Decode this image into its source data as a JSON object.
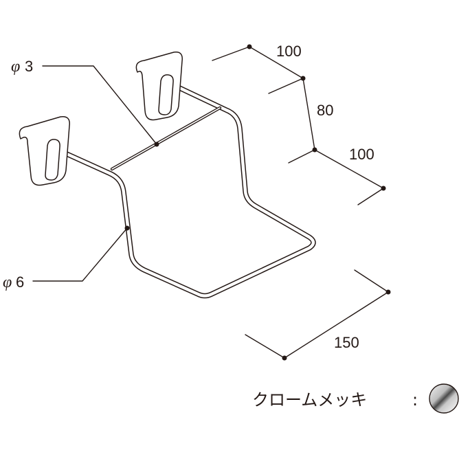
{
  "labels": {
    "wire_small": {
      "symbol": "φ",
      "value": "3"
    },
    "wire_large": {
      "symbol": "φ",
      "value": "6"
    }
  },
  "dimensions": {
    "top_depth": "100",
    "height": "80",
    "bottom_depth": "100",
    "width": "150"
  },
  "legend": {
    "finish_label": "クロームメッキ",
    "separator": ":",
    "swatch_icon": "chrome-swatch-icon"
  },
  "colors": {
    "line": "#231815",
    "background": "#ffffff"
  }
}
